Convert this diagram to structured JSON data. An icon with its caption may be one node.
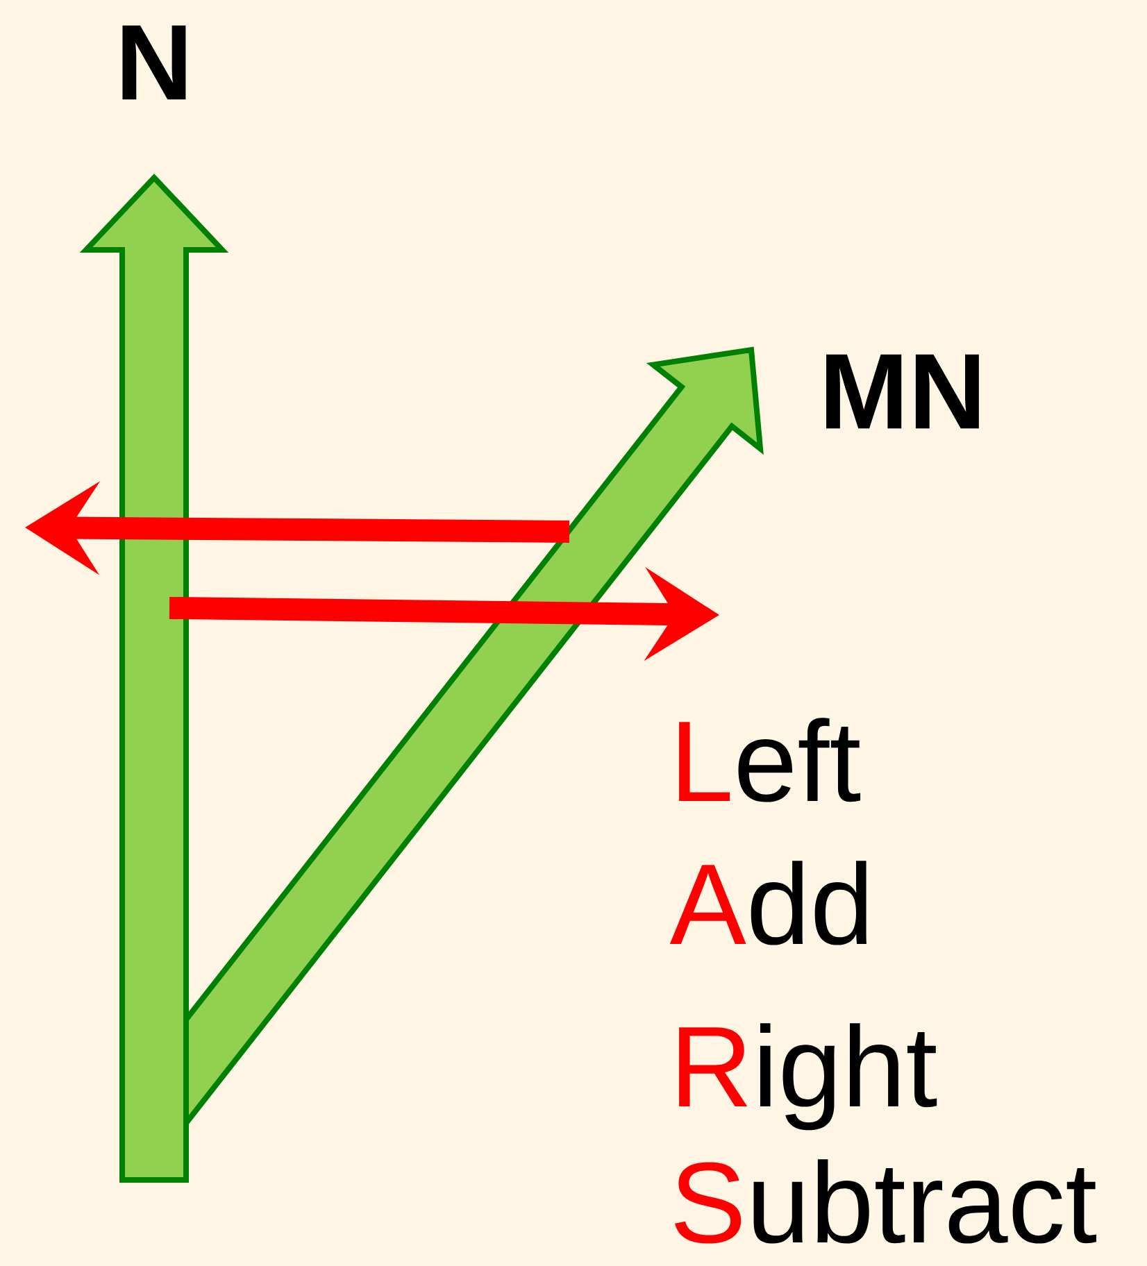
{
  "diagram": {
    "labels": [
      "N",
      "MN",
      "L",
      "eft",
      "A",
      "dd",
      "R",
      "ight",
      "S",
      "ubtract"
    ]
  }
}
